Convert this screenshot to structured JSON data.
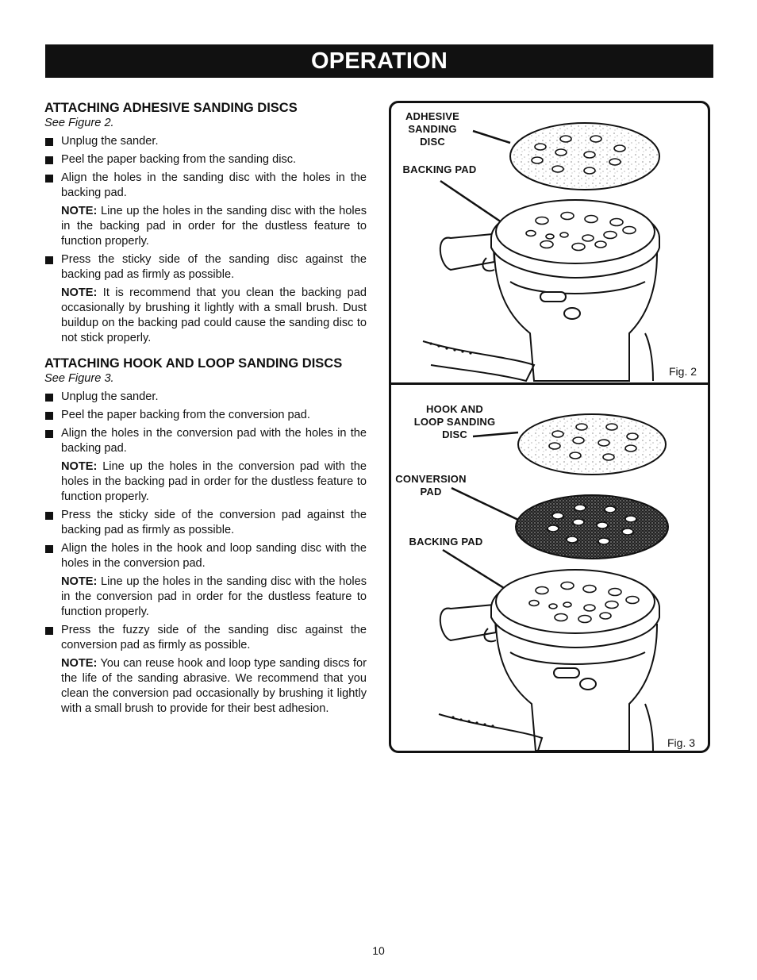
{
  "header": {
    "title": "OPERATION"
  },
  "section1": {
    "heading": "ATTACHING ADHESIVE SANDING DISCS",
    "see": "See Figure 2.",
    "items": [
      {
        "type": "bullet",
        "text": "Unplug the sander."
      },
      {
        "type": "bullet",
        "text": "Peel the paper backing from the sanding disc."
      },
      {
        "type": "bullet",
        "text": "Align the holes in the sanding disc with the holes in the backing pad."
      },
      {
        "type": "note",
        "label": "NOTE:",
        "text": "Line up the holes in the sanding disc with the holes in the backing pad in order for the dustless feature to function properly."
      },
      {
        "type": "bullet",
        "text": "Press the sticky side of the sanding disc against the backing pad as firmly as possible."
      },
      {
        "type": "note",
        "label": "NOTE:",
        "text": "It is recommend that you clean the backing pad occasionally by brushing it lightly with a small brush. Dust buildup on the backing pad could cause the sanding disc to not stick properly."
      }
    ]
  },
  "section2": {
    "heading": "ATTACHING HOOK AND LOOP SANDING DISCS",
    "see": "See Figure 3.",
    "items": [
      {
        "type": "bullet",
        "text": "Unplug the sander."
      },
      {
        "type": "bullet",
        "text": "Peel the paper backing from the conversion pad."
      },
      {
        "type": "bullet",
        "text": "Align the holes in the conversion pad with the holes in the backing pad."
      },
      {
        "type": "note",
        "label": "NOTE:",
        "text": "Line up the holes in the conversion pad with the holes in the backing pad in order for the dustless feature to function properly."
      },
      {
        "type": "bullet",
        "text": "Press the sticky side of the conversion pad against the backing pad as firmly as possible."
      },
      {
        "type": "bullet",
        "text": "Align the holes in the hook and loop sanding disc with the holes in the conversion pad."
      },
      {
        "type": "note",
        "label": "NOTE:",
        "text": "Line up the holes in the sanding disc with the holes in the conversion pad in order for the dustless feature to function properly."
      },
      {
        "type": "bullet",
        "text": "Press the fuzzy side of the sanding disc against the conversion pad as firmly as possible."
      },
      {
        "type": "note",
        "label": "NOTE:",
        "text": "You can reuse hook and loop type sanding discs for the life of the sanding abrasive. We recommend that you clean the conversion pad occasionally by brushing it lightly with a small brush to provide for their best adhesion."
      }
    ]
  },
  "figure2": {
    "caption": "Fig. 2",
    "labels": {
      "disc_line1": "ADHESIVE",
      "disc_line2": "SANDING DISC",
      "pad": "BACKING PAD"
    }
  },
  "figure3": {
    "caption": "Fig. 3",
    "labels": {
      "disc_line1": "HOOK AND",
      "disc_line2": "LOOP SANDING",
      "disc_line3": "DISC",
      "conv_line1": "CONVERSION",
      "conv_line2": "PAD",
      "pad": "BACKING PAD"
    }
  },
  "footer": {
    "page_number": "10"
  }
}
